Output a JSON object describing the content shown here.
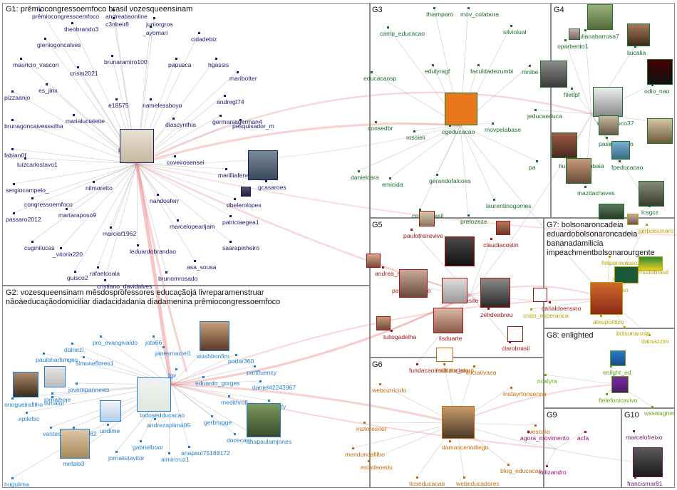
{
  "groups": [
    {
      "id": "G1",
      "title": "G1: prêmiocongressoemfoco brasil vozesqueensinam",
      "color": "#1a1a6e"
    },
    {
      "id": "G2",
      "title": "G2: vozesqueensinam mêsdosprofessores educaçãojá livreparamenstruar",
      "title2": "nãoàeducaçãodomiciliar diadacidadania diadamenina prêmiocongressoemfoco",
      "color": "#1f7fd0"
    },
    {
      "id": "G3",
      "title": "G3",
      "color": "#1a6e2a"
    },
    {
      "id": "G4",
      "title": "G4",
      "color": "#1a6e2a"
    },
    {
      "id": "G5",
      "title": "G5",
      "color": "#a31515"
    },
    {
      "id": "G6",
      "title": "G6",
      "color": "#c86a0a"
    },
    {
      "id": "G7",
      "title": "G7: bolsonaroncadeia",
      "title_lines": [
        "G7: bolsonaroncadeia",
        "eduardobolsonaroncadeia",
        "bananadamilicia",
        "impeachmentbolsonarourgente"
      ],
      "color": "#b8a400"
    },
    {
      "id": "G8",
      "title": "G8: enlighted",
      "color": "#6aa60e"
    },
    {
      "id": "G9",
      "title": "G9",
      "color": "#a0106e"
    },
    {
      "id": "G10",
      "title": "G10",
      "color": "#6e1a5a"
    }
  ],
  "labels": {
    "G1": [
      "prêmiocongressoemfoco",
      "andreatiaonline",
      "c3nbeir8",
      "theobrando3",
      "juniorgros",
      "_ayomari",
      "gleniogoncalves",
      "cidadebiz",
      "mauricio_vascon",
      "brunaramiro100",
      "papusca",
      "hgassis",
      "crism2021",
      "es_jinx",
      "maribotter",
      "pizzaanjo",
      "e18575",
      "namelessboyo",
      "andregt74",
      "brunagoncaivesssilha",
      "diascynthia",
      "germaniagerman4",
      "marialucialeite",
      "fabian0f",
      "pesquisador_m",
      "luizcarlostavo1",
      "prisolafcruz",
      "coveirosensei",
      "marilliafene",
      "sergiocampelo_",
      "nilmoretto",
      "gcasaroes",
      "congressoemfoco",
      "nandosferr",
      "dbelemlopes",
      "passaro2012",
      "martaraposo9",
      "patriciaegea1",
      "marcelopearljam",
      "marciaf1962",
      "cuginilucas",
      "_vitoria220",
      "saarapinheiro",
      "leduardobrandao",
      "asa_sousa",
      "guisco2",
      "rafaelcoala",
      "brunomrosado",
      "cristiano_davidalves"
    ],
    "G2": [
      "pro_evangivaldo",
      "jota66",
      "dainezi",
      "janesmaciel1",
      "washbonfim",
      "paulohartunges",
      "simoneflores1",
      "podar360",
      "partfluency",
      "jovempannews",
      "fgv",
      "eduardo_gorges",
      "daniel42243967",
      "onogueirafilho",
      "jornalhoje",
      "tsmaior",
      "todosedducacao",
      "medithroll",
      "rodrigoify",
      "epilefsc",
      "undime",
      "andrezaplima05",
      "gerbrugge",
      "vantes",
      "barroso162",
      "docecam",
      "anapaulamjones",
      "mefala3",
      "gabrielboor",
      "anapaul75188172",
      "jornalistavitor",
      "almircruz1",
      "hugulima_"
    ],
    "G3": [
      "thiamparo",
      "mov_colabora",
      "camp_educacao",
      "silviolual",
      "educacaosp",
      "edulyragf",
      "faculdadezumbi",
      "mnibe",
      "consedbr",
      "cgeducacao",
      "rossieli",
      "movpelabase",
      "pa",
      "danielcara",
      "emicida",
      "gerandofalcoes",
      "laurentinogomes",
      "centrobrasil",
      "pretozeze"
    ],
    "G4": [
      "julianabarrosa7",
      "oparbento1",
      "liucalia",
      "filetlpf",
      "odio_nao",
      "jeducaeduca",
      "nomelouco37",
      "1a_s_b",
      "hugosamambaia",
      "pasesalgado",
      "fpeducacao",
      "mazitachaves",
      "lcsgcz"
    ],
    "G5": [
      "paulofreirevive",
      "claudiacostin",
      "andrea_ramal",
      "paulo47araujo",
      "pluraleemsite",
      "zehdeabreu",
      "canaldoensino",
      "tuliogadelha",
      "lisduarte",
      "clarobrasil",
      "fundacaoinstitutoclaro"
    ],
    "G6": [
      "instituto_claro",
      "iniciativaea",
      "webcurriculo",
      "instayrtonsenna",
      "instoresoer",
      "mendoncafilho",
      "damascenodiego",
      "estadaoedu",
      "blog_educacao",
      "ticseducacao",
      "webeducadores",
      "tvescola"
    ],
    "G7": [
      "jairbolsonaro",
      "feliperavasso2",
      "mudabrasil",
      "municacao",
      "ateupolitico",
      "crian_esperanca",
      "bolsonarosp",
      "damazzini",
      "mec"
    ],
    "G8": [
      "enlight_ed",
      "ftelefonicavivo",
      "ncalyra",
      "wsswagner"
    ],
    "G9": [
      "agora_movimento",
      "acfa",
      "luilizandro"
    ],
    "G10": [
      "marcelofreixo",
      "francismar81"
    ]
  }
}
